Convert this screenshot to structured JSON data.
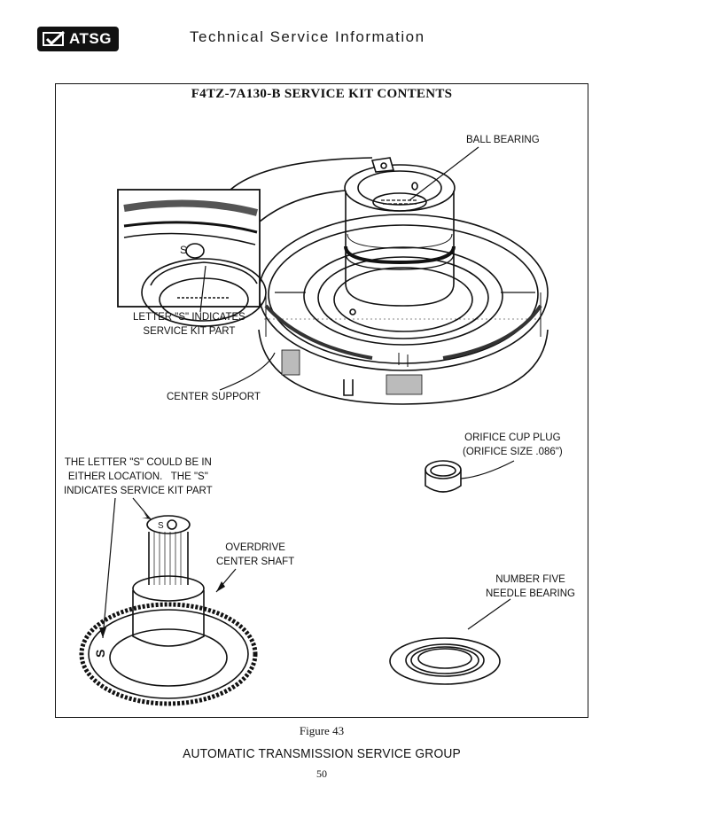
{
  "header": {
    "logo_text": "ATSG",
    "title": "Technical Service Information"
  },
  "figure": {
    "title": "F4TZ-7A130-B  SERVICE KIT CONTENTS",
    "labels": {
      "ball_bearing": "BALL BEARING",
      "letter_s": "LETTER \"S\" INDICATES\nSERVICE KIT PART",
      "center_support": "CENTER SUPPORT",
      "orifice_cup_plug": "ORIFICE CUP PLUG\n(ORIFICE SIZE .086\")",
      "letter_s_either": "THE LETTER \"S\" COULD BE IN\nEITHER LOCATION.   THE \"S\"\nINDICATES SERVICE KIT PART",
      "overdrive_center_shaft": "OVERDRIVE\nCENTER SHAFT",
      "number_five_needle": "NUMBER FIVE\nNEEDLE BEARING"
    },
    "stamp_letter": "S",
    "caption": "Figure 43"
  },
  "footer": {
    "title": "AUTOMATIC TRANSMISSION SERVICE GROUP",
    "page_number": "50"
  }
}
